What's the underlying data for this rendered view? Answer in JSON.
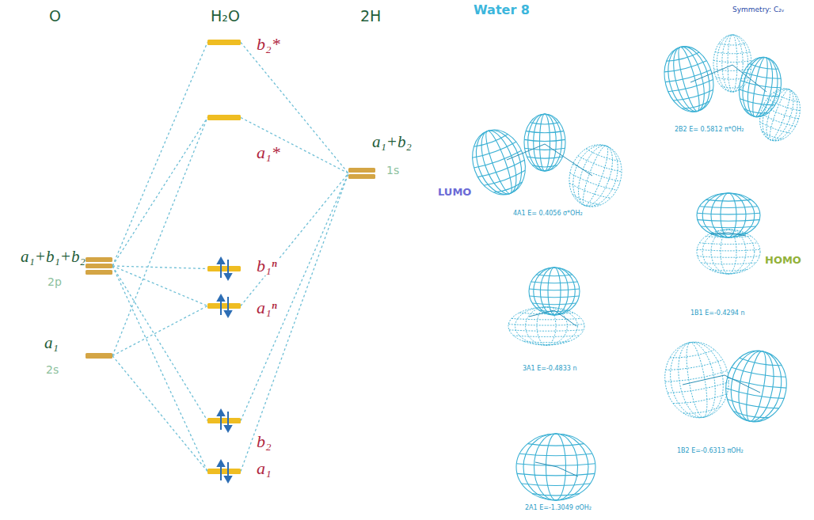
{
  "diagram": {
    "nodes": [
      {
        "text": [
          "a₁+b₁+b₂",
          "2p"
        ]
      },
      {
        "text": [
          "a₁",
          "2s"
        ]
      },
      {
        "text": [
          "b₂*"
        ]
      },
      {
        "text": [
          "a₁*"
        ]
      },
      {
        "text": [
          "b₁ⁿ"
        ]
      },
      {
        "text": [
          "a₁ⁿ"
        ]
      },
      {
        "text": [
          "b₂"
        ]
      },
      {
        "text": [
          "a₁"
        ]
      },
      {
        "text": [
          "a₁+b₂",
          "1s"
        ]
      }
    ],
    "edges": [
      {
        "from": 0,
        "to": 2,
        "arrow": "none"
      },
      {
        "from": 0,
        "to": 3,
        "arrow": "none"
      },
      {
        "from": 0,
        "to": 4,
        "arrow": "none"
      },
      {
        "from": 0,
        "to": 5,
        "arrow": "none"
      },
      {
        "from": 0,
        "to": 6,
        "arrow": "none"
      },
      {
        "from": 0,
        "to": 7,
        "arrow": "none"
      },
      {
        "from": 1,
        "to": 3,
        "arrow": "none"
      },
      {
        "from": 1,
        "to": 5,
        "arrow": "none"
      },
      {
        "from": 1,
        "to": 7,
        "arrow": "none"
      },
      {
        "from": 2,
        "to": 8,
        "arrow": "none"
      },
      {
        "from": 3,
        "to": 8,
        "arrow": "none"
      },
      {
        "from": 5,
        "to": 8,
        "arrow": "none"
      },
      {
        "from": 6,
        "to": 8,
        "arrow": "none"
      },
      {
        "from": 7,
        "to": 8,
        "arrow": "none"
      }
    ],
    "labels": [
      "O",
      "H₂O",
      "2H",
      "Water 8",
      "Symmetry: C₂ᵥ",
      "LUMO",
      "HOMO",
      "4A1 E= 0.4056 σ*OH₂",
      "2B2 E= 0.5812 π*OH₂",
      "1B1 E=-0.4294 n",
      "3A1 E=-0.4833 n",
      "1B2 E=-0.6313 πOH₂",
      "2A1 E=-1.3049 σOH₂"
    ]
  }
}
